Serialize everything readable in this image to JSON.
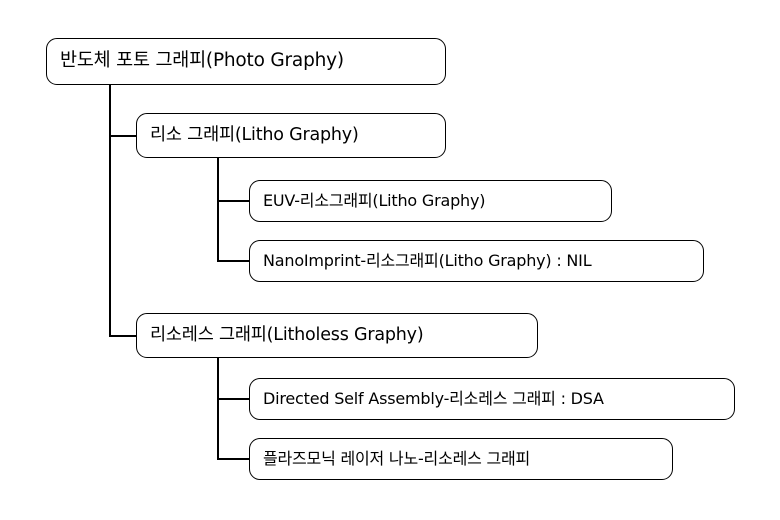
{
  "diagram": {
    "type": "tree",
    "title": "",
    "background_color": "#ffffff",
    "line_color": "#000000",
    "text_color": "#000000",
    "nodes": {
      "root": {
        "label": "반도체 포토 그래피(Photo Graphy)",
        "level": 1
      },
      "litho": {
        "label": "리소 그래피(Litho Graphy)",
        "level": 2
      },
      "euv": {
        "label": "EUV-리소그래피(Litho Graphy)",
        "level": 3
      },
      "nanoimprint": {
        "label": "NanoImprint-리소그래피(Litho Graphy) : NIL",
        "level": 3
      },
      "litholess": {
        "label": "리소레스 그래피(Litholess Graphy)",
        "level": 2
      },
      "dsa": {
        "label": "Directed Self Assembly-리소레스 그래피 : DSA",
        "level": 3
      },
      "plasmonic": {
        "label": "플라즈모닉 레이저 나노-리소레스 그래피",
        "level": 3
      }
    }
  }
}
